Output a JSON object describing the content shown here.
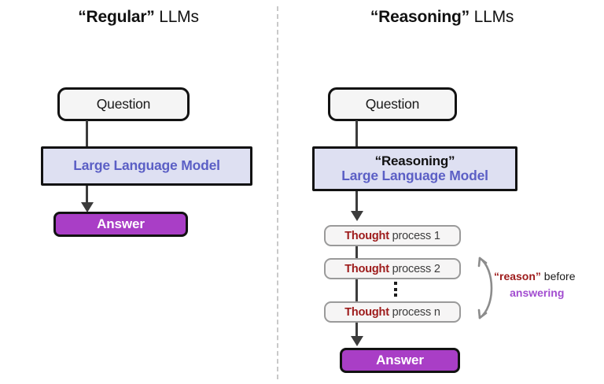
{
  "diagram": {
    "divider": "dashed-vertical-divider",
    "accent_colors": {
      "llm_fill": "#dee0f2",
      "llm_text": "#5b5fc5",
      "answer_fill": "#a93ec6",
      "thought_strong": "#9d1a1a",
      "thought_rest": "#3d3d3d",
      "annotation_purple": "#a24dd0",
      "box_border": "#121212",
      "connector": "#3c3c3c"
    }
  },
  "left_panel": {
    "title": {
      "quoted": "“Regular”",
      "rest": " LLMs"
    },
    "question": "Question",
    "llm": {
      "main": "Large Language Model"
    },
    "answer": "Answer"
  },
  "right_panel": {
    "title": {
      "quoted": "“Reasoning”",
      "rest": " LLMs"
    },
    "question": "Question",
    "llm": {
      "tag": "“Reasoning”",
      "main": "Large Language Model"
    },
    "thoughts": [
      {
        "strong": "Thought",
        "rest": " process 1"
      },
      {
        "strong": "Thought",
        "rest": " process 2"
      },
      {
        "strong": "Thought",
        "rest": " process n"
      }
    ],
    "ellipsis": "⋮",
    "answer": "Answer",
    "annotation": {
      "quoted": "“reason”",
      "rest": " before",
      "line2": "answering"
    }
  }
}
